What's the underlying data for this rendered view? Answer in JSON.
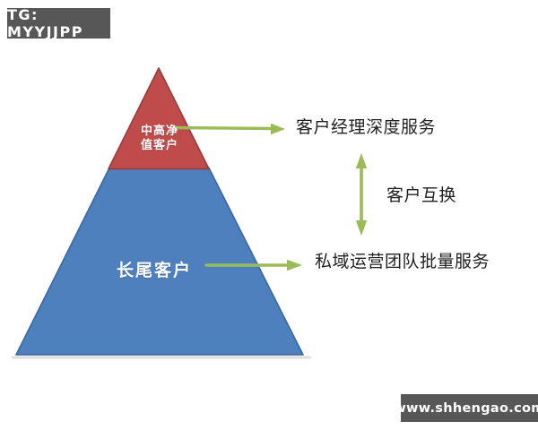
{
  "watermarks": {
    "tg_badge": "TG: MYYJJPP",
    "site": "www.shhengao.com"
  },
  "pyramid": {
    "top_segment": {
      "label_line1": "中高净",
      "label_line2": "值客户",
      "fill": "#bf4b4a",
      "stroke": "#963c3a"
    },
    "bottom_segment": {
      "label": "长尾客户",
      "fill": "#4e80bd",
      "stroke": "#3a67a0"
    }
  },
  "annotations": {
    "top_service": "客户经理深度服务",
    "exchange": "客户互换",
    "bottom_service": "私域运营团队批量服务"
  },
  "colors": {
    "arrow_green": "#9bbb59",
    "badge_bg": "#575757",
    "shadow_gray": "#dadada",
    "text_dark": "#212121"
  }
}
